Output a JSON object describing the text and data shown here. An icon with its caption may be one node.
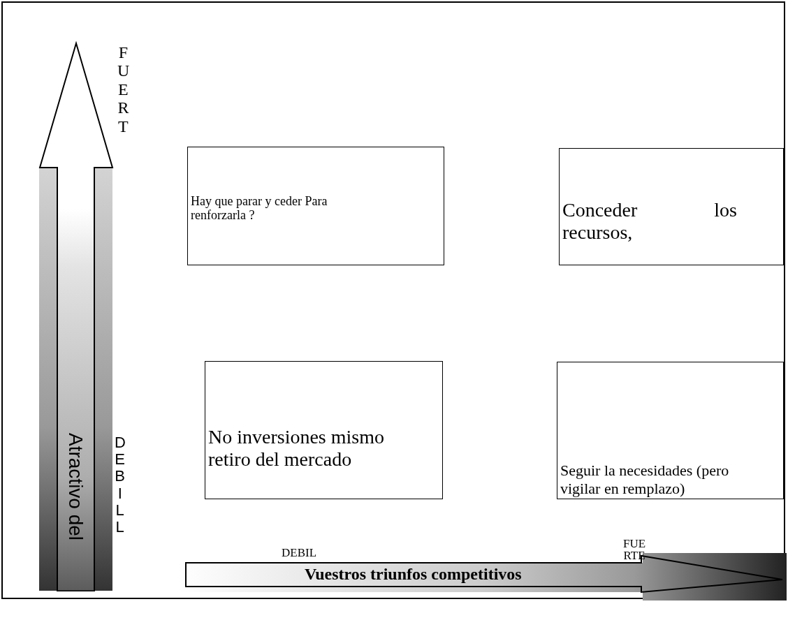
{
  "diagram": {
    "nodes": [
      {
        "text": [
          "Hay que parar y ceder Para renforzarla ?"
        ]
      },
      {
        "text": [
          "Conceder los recursos,"
        ]
      },
      {
        "text": [
          "No inversiones mismo retiro del mercado"
        ]
      },
      {
        "text": [
          "Seguir la necesidades (pero vigilar en remplazo)"
        ]
      }
    ],
    "labels": [
      "FUERT",
      "Atractivo del",
      "DEBILL",
      "DEBIL",
      "FUERTE",
      "Vuestros triunfos competitivos"
    ]
  }
}
